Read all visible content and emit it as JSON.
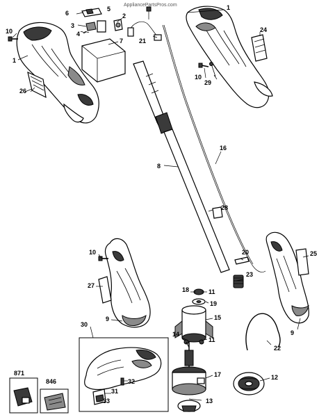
{
  "watermark": "AppliancePartsPros.com",
  "part_labels": {
    "p1_left": "1",
    "p1_right": "1",
    "p2": "2",
    "p3": "3",
    "p4": "4",
    "p5": "5",
    "p6": "6",
    "p7": "7",
    "p8": "8",
    "p9_left": "9",
    "p9_right": "9",
    "p10_top": "10",
    "p10_right": "10",
    "p10_mid": "10",
    "p11_a": "11",
    "p11_b": "11",
    "p12": "12",
    "p13": "13",
    "p14": "14",
    "p15": "15",
    "p16": "16",
    "p17": "17",
    "p18": "18",
    "p19": "19",
    "p20": "20",
    "p21": "21",
    "p22": "22",
    "p23": "23",
    "p24": "24",
    "p25": "25",
    "p26": "26",
    "p27": "27",
    "p28": "28",
    "p29": "29",
    "p30": "30",
    "p31": "31",
    "p32": "32",
    "p33": "33",
    "p846": "846",
    "p871": "871"
  }
}
